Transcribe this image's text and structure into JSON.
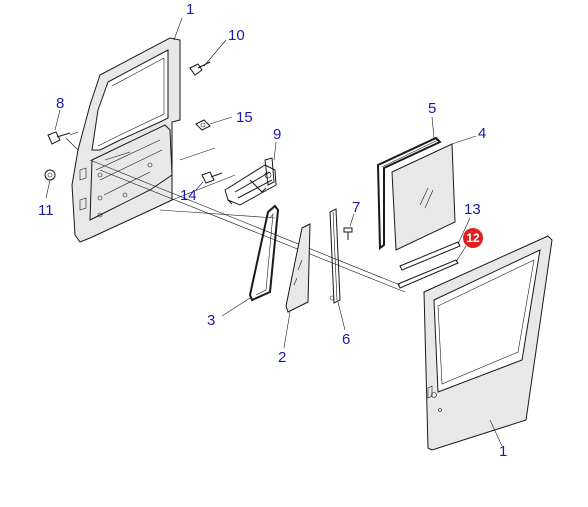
{
  "labels": {
    "l1_top": "1",
    "l10": "10",
    "l8": "8",
    "l15": "15",
    "l9": "9",
    "l11": "11",
    "l14": "14",
    "l5": "5",
    "l4": "4",
    "l7": "7",
    "l13": "13",
    "l12": "12",
    "l3": "3",
    "l2": "2",
    "l6": "6",
    "l1_bottom": "1"
  },
  "colors": {
    "label": "#1a1aa8",
    "badge": "#e02020",
    "line": "#1a1a1a",
    "panel_fill": "#e8e8e8"
  }
}
